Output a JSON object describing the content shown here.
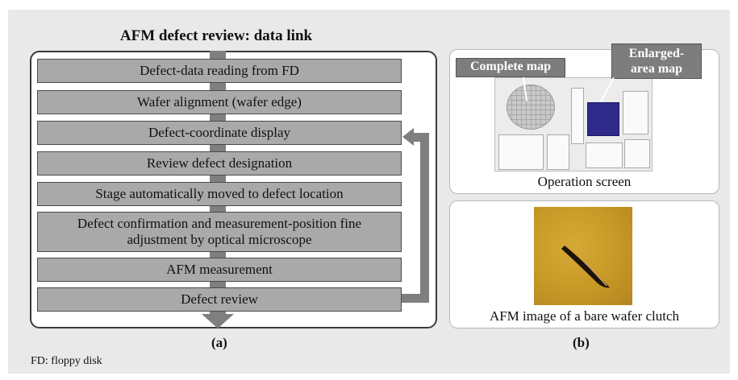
{
  "panel_a": {
    "title": "AFM defect review: data link",
    "steps": [
      "Defect-data reading from FD",
      "Wafer alignment (wafer edge)",
      "Defect-coordinate display",
      "Review defect designation",
      "Stage automatically moved to defect location",
      "Defect confirmation and measurement-position fine adjustment by optical microscope",
      "AFM measurement",
      "Defect review"
    ],
    "label": "(a)"
  },
  "panel_b": {
    "label": "(b)",
    "callout_complete": "Complete map",
    "callout_enlarged": "Enlarged-area map",
    "caption_screen": "Operation screen",
    "caption_afm": "AFM image of a bare wafer clutch"
  },
  "footnote": "FD: floppy disk"
}
